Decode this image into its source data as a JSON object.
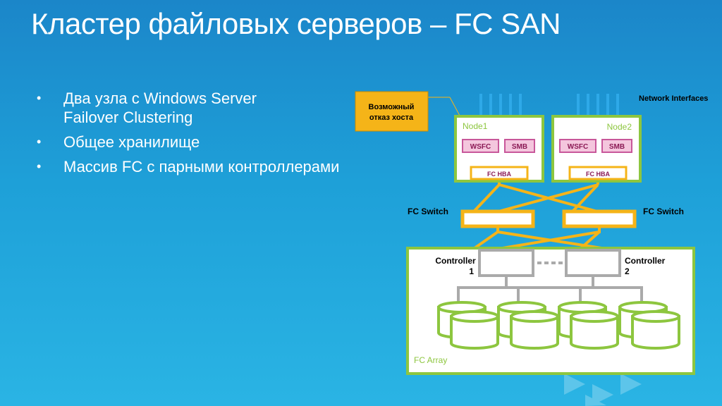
{
  "slide": {
    "title": "Кластер файловых серверов – FC SAN",
    "bullets": [
      {
        "lines": [
          "Два узла с Windows Server",
          "Failover Clustering"
        ]
      },
      {
        "lines": [
          "Общее хранилище"
        ]
      },
      {
        "lines": [
          "Массив FC с парными контроллерами"
        ]
      }
    ]
  },
  "diagram": {
    "callout": [
      "Возможный",
      "отказ хоста"
    ],
    "network_label": "Network Interfaces",
    "node1": {
      "label": "Node1",
      "wsfc": "WSFC",
      "smb": "SMB",
      "hba": "FC HBA"
    },
    "node2": {
      "label": "Node2",
      "wsfc": "WSFC",
      "smb": "SMB",
      "hba": "FC HBA"
    },
    "switch_left_label": "FC Switch",
    "switch_right_label": "FC Switch",
    "controller1": [
      "Controller",
      "1"
    ],
    "controller2": [
      "Controller",
      "2"
    ],
    "array_label": "FC Array"
  },
  "colors": {
    "node_border": "#8dc63f",
    "fc_link": "#f5b418",
    "role_fill": "#f4c6dd",
    "role_border": "#c8579a",
    "role_text": "#8b1a55",
    "callout_fill": "#f5b418",
    "gray_link": "#aaaaaa"
  }
}
